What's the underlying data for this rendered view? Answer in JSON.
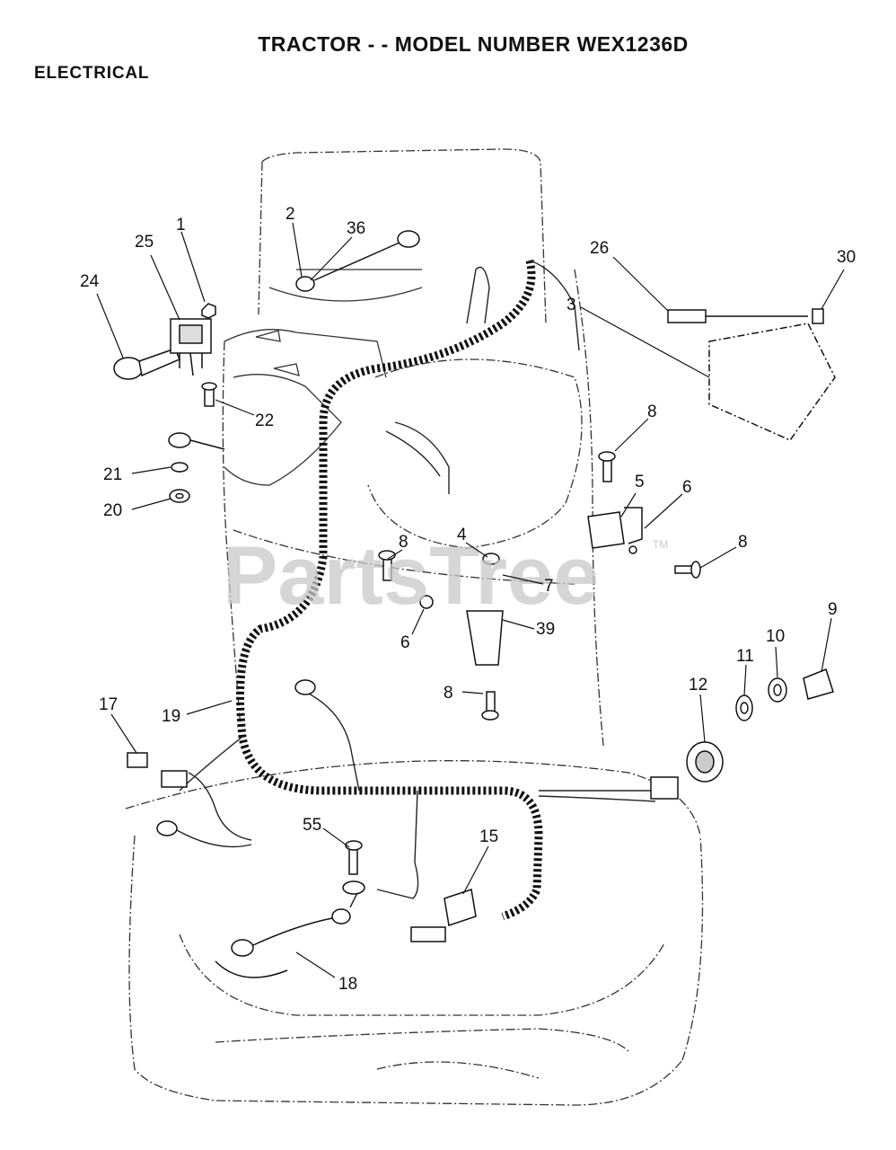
{
  "header": {
    "title": "TRACTOR - - MODEL NUMBER WEX1236D",
    "subtitle": "ELECTRICAL"
  },
  "watermark": {
    "text": "PartsTree",
    "tm": "TM"
  },
  "callouts": {
    "c1": "1",
    "c2": "2",
    "c36": "36",
    "c25": "25",
    "c24": "24",
    "c26": "26",
    "c30": "30",
    "c3": "3",
    "c22": "22",
    "c8a": "8",
    "c21": "21",
    "c20": "20",
    "c5": "5",
    "c6a": "6",
    "c8b": "8",
    "c4": "4",
    "c8c": "8",
    "c7": "7",
    "c6b": "6",
    "c39": "39",
    "c9": "9",
    "c10": "10",
    "c11": "11",
    "c12": "12",
    "c8d": "8",
    "c17": "17",
    "c19": "19",
    "c55": "55",
    "c15": "15",
    "c18": "18"
  }
}
